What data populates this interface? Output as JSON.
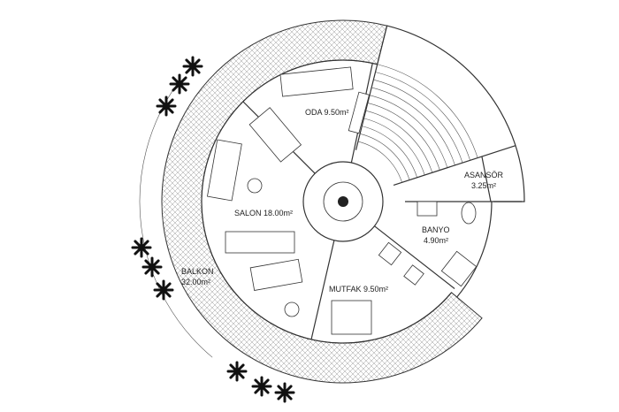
{
  "rooms": {
    "oda": {
      "name": "ODA",
      "area": "9.50m²"
    },
    "salon": {
      "name": "SALON",
      "area": "18.00m²"
    },
    "balkon": {
      "name": "BALKON",
      "area": "32.00m²"
    },
    "mutfak": {
      "name": "MUTFAK",
      "area": "9.50m²"
    },
    "banyo": {
      "name": "BANYO",
      "area": "4.90m²"
    },
    "asansor": {
      "name": "ASANSÖR",
      "area": "3.25m²"
    }
  },
  "colors": {
    "line": "#333333",
    "hatch": "#888888",
    "plants": "#111111"
  }
}
